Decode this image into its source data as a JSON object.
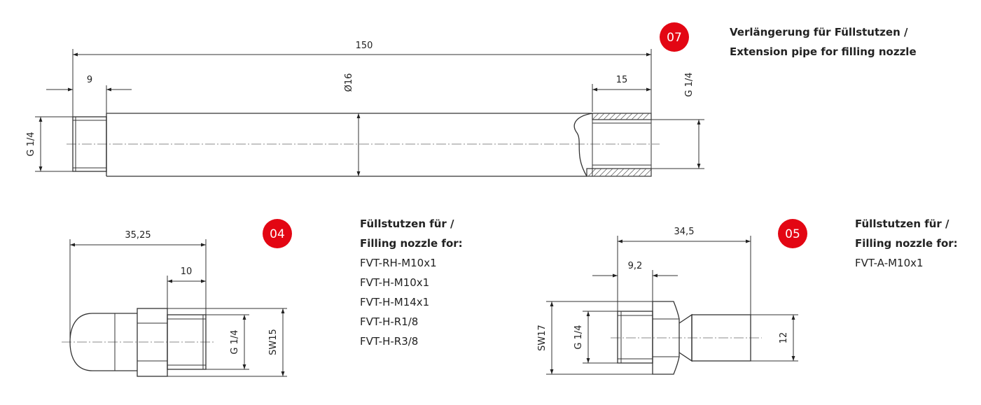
{
  "badge_color": "#e30613",
  "part07": {
    "badge": "07",
    "title_line1": "Verlängerung für Füllstutzen /",
    "title_line2": "Extension pipe for filling nozzle",
    "dim_total": "150",
    "dim_thread_len": "9",
    "dim_diameter": "Ø16",
    "dim_socket_depth": "15",
    "dim_thread_left": "G 1/4",
    "dim_thread_right": "G 1/4"
  },
  "part04": {
    "badge": "04",
    "title_line1": "Füllstutzen für /",
    "title_line2": "Filling nozzle for:",
    "models": [
      "FVT-RH-M10x1",
      "FVT-H-M10x1",
      "FVT-H-M14x1",
      "FVT-H-R1/8",
      "FVT-H-R3/8"
    ],
    "dim_total": "35,25",
    "dim_thread_len": "10",
    "dim_thread": "G 1/4",
    "dim_wrench": "SW15"
  },
  "part05": {
    "badge": "05",
    "title_line1": "Füllstutzen für /",
    "title_line2": "Filling nozzle for:",
    "models": [
      "FVT-A-M10x1"
    ],
    "dim_total": "34,5",
    "dim_thread_len": "9,2",
    "dim_wrench": "SW17",
    "dim_thread": "G 1/4",
    "dim_diameter": "12"
  }
}
